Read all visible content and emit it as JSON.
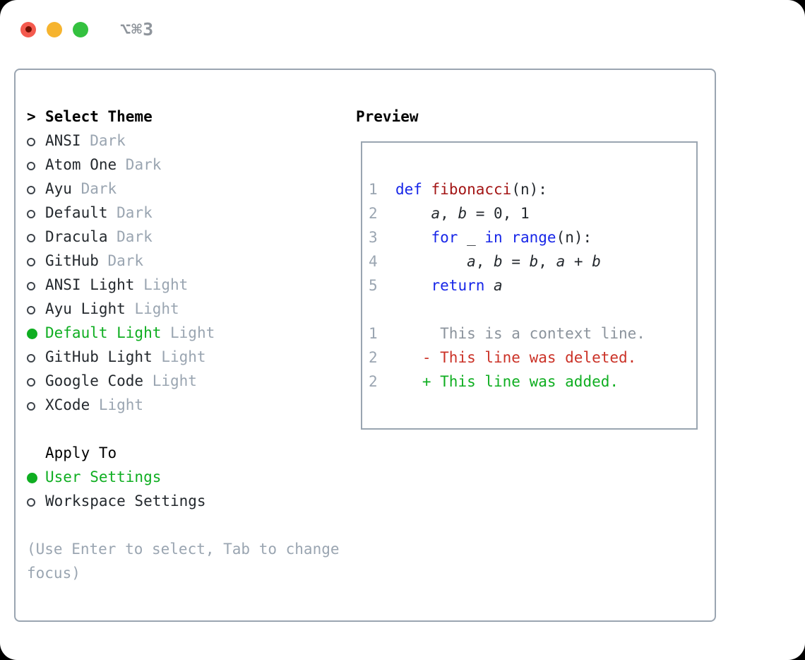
{
  "window": {
    "title_shortcut": "⌥⌘3"
  },
  "theme_panel": {
    "prompt": ">",
    "title": "Select Theme",
    "items": [
      {
        "name": "ANSI",
        "variant": "Dark",
        "selected": false
      },
      {
        "name": "Atom One",
        "variant": "Dark",
        "selected": false
      },
      {
        "name": "Ayu",
        "variant": "Dark",
        "selected": false
      },
      {
        "name": "Default",
        "variant": "Dark",
        "selected": false
      },
      {
        "name": "Dracula",
        "variant": "Dark",
        "selected": false
      },
      {
        "name": "GitHub",
        "variant": "Dark",
        "selected": false
      },
      {
        "name": "ANSI Light",
        "variant": "Light",
        "selected": false
      },
      {
        "name": "Ayu Light",
        "variant": "Light",
        "selected": false
      },
      {
        "name": "Default Light",
        "variant": "Light",
        "selected": true
      },
      {
        "name": "GitHub Light",
        "variant": "Light",
        "selected": false
      },
      {
        "name": "Google Code",
        "variant": "Light",
        "selected": false
      },
      {
        "name": "XCode",
        "variant": "Light",
        "selected": false
      }
    ],
    "apply_to": {
      "title": "Apply To",
      "options": [
        {
          "label": "User Settings",
          "selected": true
        },
        {
          "label": "Workspace Settings",
          "selected": false
        }
      ]
    },
    "hint": "(Use Enter to select, Tab to change focus)"
  },
  "preview": {
    "title": "Preview",
    "lines": [
      {
        "name": "code-line-1",
        "segments": [
          [
            "num",
            "1  "
          ],
          [
            "kw",
            "def"
          ],
          [
            "plain",
            " "
          ],
          [
            "fn",
            "fibonacci"
          ],
          [
            "plain",
            "(n):"
          ]
        ]
      },
      {
        "name": "code-line-2",
        "segments": [
          [
            "num",
            "2  "
          ],
          [
            "plain",
            "    "
          ],
          [
            "var",
            "a"
          ],
          [
            "plain",
            ", "
          ],
          [
            "var",
            "b"
          ],
          [
            "plain",
            " = 0, 1"
          ]
        ]
      },
      {
        "name": "code-line-3",
        "segments": [
          [
            "num",
            "3  "
          ],
          [
            "plain",
            "    "
          ],
          [
            "kw",
            "for"
          ],
          [
            "plain",
            " _ "
          ],
          [
            "kw",
            "in"
          ],
          [
            "plain",
            " "
          ],
          [
            "kw",
            "range"
          ],
          [
            "plain",
            "(n):"
          ]
        ]
      },
      {
        "name": "code-line-4",
        "segments": [
          [
            "num",
            "4  "
          ],
          [
            "plain",
            "        "
          ],
          [
            "var",
            "a"
          ],
          [
            "plain",
            ", "
          ],
          [
            "var",
            "b"
          ],
          [
            "plain",
            " = "
          ],
          [
            "var",
            "b"
          ],
          [
            "plain",
            ", "
          ],
          [
            "var",
            "a"
          ],
          [
            "plain",
            " + "
          ],
          [
            "var",
            "b"
          ]
        ]
      },
      {
        "name": "code-line-5",
        "segments": [
          [
            "num",
            "5  "
          ],
          [
            "plain",
            "    "
          ],
          [
            "kw",
            "return"
          ],
          [
            "plain",
            " "
          ],
          [
            "var",
            "a"
          ]
        ]
      },
      {
        "name": "blank-line",
        "segments": []
      },
      {
        "name": "diff-context-line",
        "segments": [
          [
            "num",
            "1"
          ],
          [
            "ctx",
            "       This is a context line."
          ]
        ]
      },
      {
        "name": "diff-deleted-line",
        "segments": [
          [
            "num",
            "2"
          ],
          [
            "plain",
            "     "
          ],
          [
            "del",
            "- This line was deleted."
          ]
        ]
      },
      {
        "name": "diff-added-line",
        "segments": [
          [
            "num",
            "2"
          ],
          [
            "plain",
            "     "
          ],
          [
            "add",
            "+ This line was added."
          ]
        ]
      }
    ]
  },
  "colors": {
    "accent_green": "#0fae21",
    "keyword_blue": "#1726e8",
    "function_red": "#a31515",
    "deleted_red": "#cb3227",
    "muted_gray": "#9aa5b1",
    "context_gray": "#8b939c",
    "border_gray": "#9aa5b1",
    "ink": "#24292e",
    "traffic_red": "#f45a4e",
    "traffic_red_dot": "#731003",
    "traffic_yellow": "#f6b42f",
    "traffic_green": "#34c13f",
    "title_gray": "#8f959c",
    "window_bg": "#ffffff",
    "page_bg": "#000000"
  }
}
